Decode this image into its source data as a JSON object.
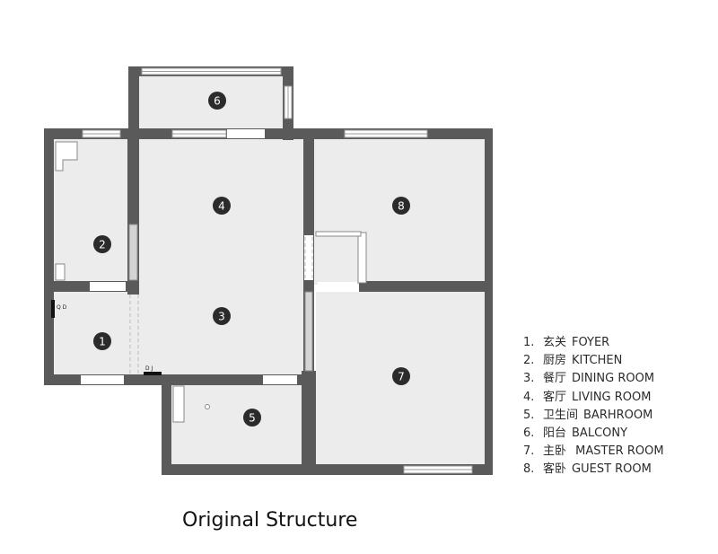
{
  "title": "Original Structure",
  "room_markers": [
    "1",
    "2",
    "3",
    "4",
    "5",
    "6",
    "7",
    "8"
  ],
  "tags": {
    "qd": "Q D",
    "dj": "D J"
  },
  "legend": [
    {
      "num": "1.",
      "cn": "玄关",
      "en": "FOYER"
    },
    {
      "num": "2.",
      "cn": "厨房",
      "en": "KITCHEN"
    },
    {
      "num": "3.",
      "cn": "餐厅",
      "en": "DINING ROOM"
    },
    {
      "num": "4.",
      "cn": "客厅",
      "en": "LIVING ROOM"
    },
    {
      "num": "5.",
      "cn": "卫生间",
      "en": "BARHROOM"
    },
    {
      "num": "6.",
      "cn": "阳台",
      "en": "BALCONY"
    },
    {
      "num": "7.",
      "cn": "主卧",
      "en": " MASTER ROOM"
    },
    {
      "num": "8.",
      "cn": "客卧",
      "en": "GUEST ROOM"
    }
  ],
  "colors": {
    "wall": "#5a5a5a",
    "floor": "#ececec",
    "marker": "#2b2b2b"
  }
}
